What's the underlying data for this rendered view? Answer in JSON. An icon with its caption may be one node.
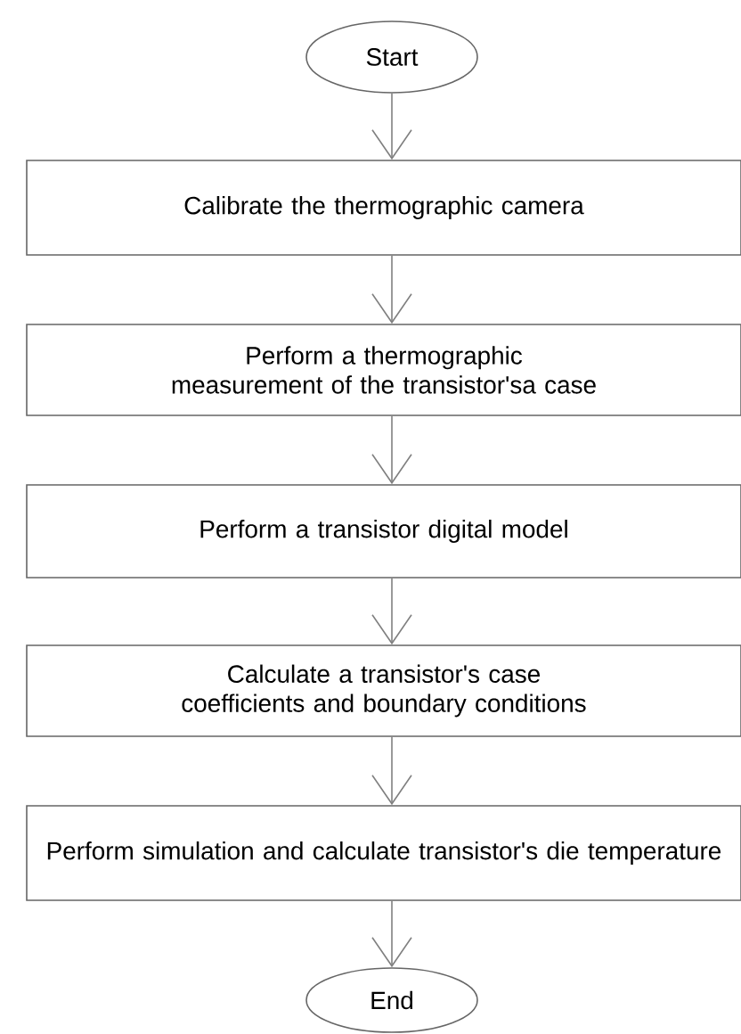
{
  "diagram": {
    "nodes": [
      {
        "text": [
          "Start"
        ]
      },
      {
        "text": [
          "Calibrate the thermographic camera"
        ]
      },
      {
        "text": [
          "Perform a thermographic measurement of the transistor'sa case"
        ]
      },
      {
        "text": [
          "Perform a transistor digital model"
        ]
      },
      {
        "text": [
          "Calculate a transistor's case coefficients and boundary conditions"
        ]
      },
      {
        "text": [
          "Perform simulation and calculate transistor's die temperature"
        ]
      },
      {
        "text": [
          "End"
        ]
      }
    ],
    "edges": [
      {
        "from": 0,
        "to": 1,
        "arrow": "to"
      },
      {
        "from": 1,
        "to": 2,
        "arrow": "to"
      },
      {
        "from": 2,
        "to": 3,
        "arrow": "to"
      },
      {
        "from": 3,
        "to": 4,
        "arrow": "to"
      },
      {
        "from": 4,
        "to": 5,
        "arrow": "to"
      },
      {
        "from": 5,
        "to": 6,
        "arrow": "to"
      }
    ]
  }
}
